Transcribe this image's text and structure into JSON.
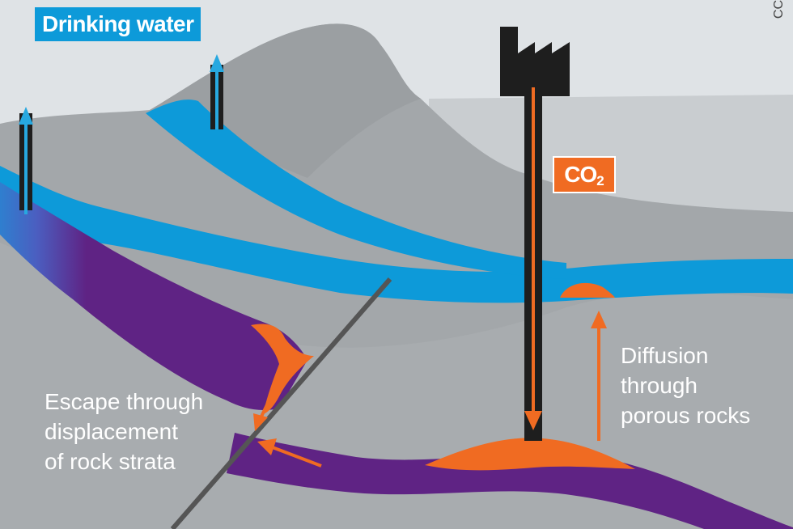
{
  "labels": {
    "drinking_water": "Drinking water",
    "co2_main": "CO",
    "co2_sub": "2",
    "escape": [
      "Escape through",
      "displacement",
      "of rock strata"
    ],
    "diffusion": [
      "Diffusion",
      "through",
      "porous rocks"
    ],
    "credit": "CC"
  },
  "colors": {
    "sky": "#dfe3e6",
    "rock": "#a7abae",
    "mountain": "#9ea2a5",
    "aquifer": "#0d9ad9",
    "reservoir": "#5f2384",
    "co2": "#f06b22",
    "pipe": "#1e1e1e",
    "water_arrow": "#27a8e0",
    "fault": "#555555"
  },
  "icons": {
    "factory": "factory-icon",
    "well_arrow": "up-arrow-icon"
  }
}
